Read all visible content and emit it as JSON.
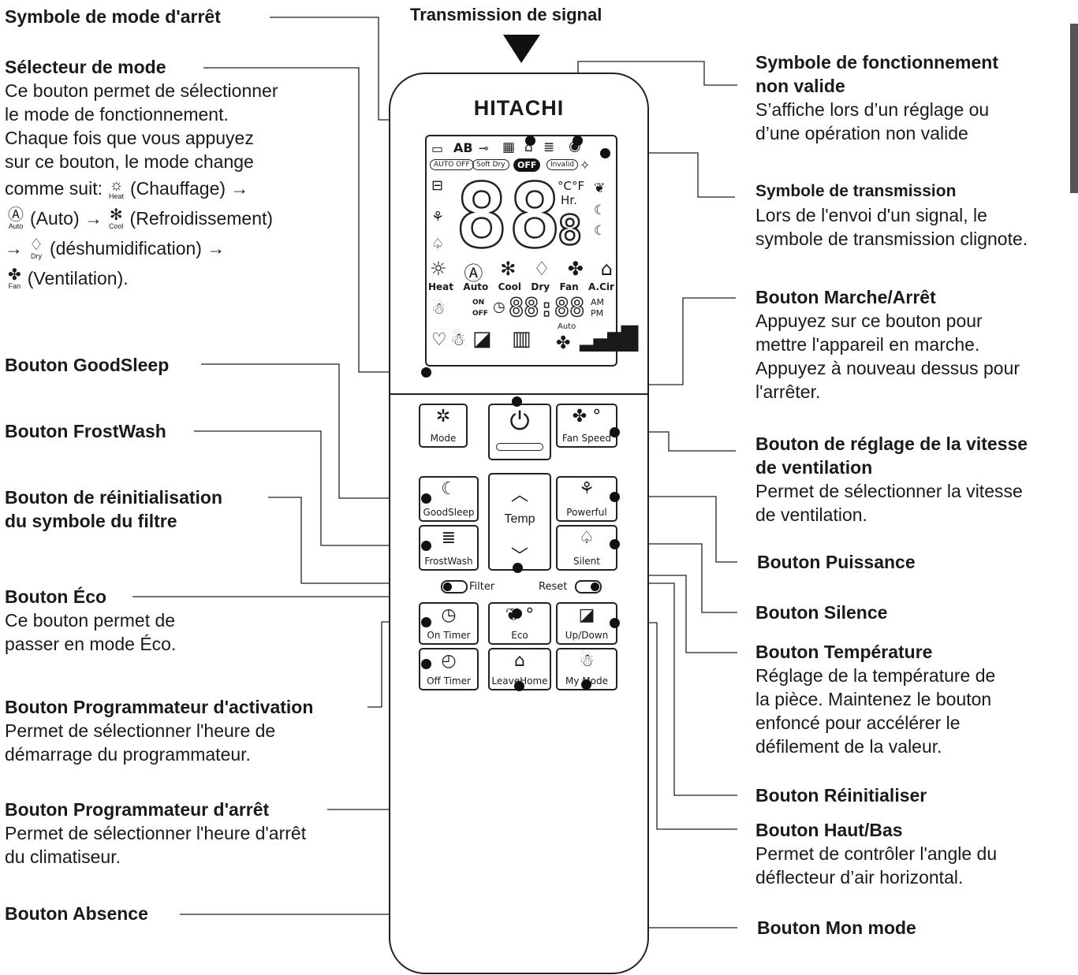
{
  "top_label": "Transmission de signal",
  "brand": "HITACHI",
  "labels_left": {
    "stop_mode_symbol": "Symbole de mode d'arrêt",
    "mode_selector_title": "Sélecteur de mode",
    "mode_selector_desc": [
      "Ce bouton permet de sélectionner",
      "le mode de fonctionnement.",
      "Chaque fois que vous appuyez",
      "sur ce bouton, le mode change"
    ],
    "mode_seq_1": "comme suit:",
    "mode_heat_text": "(Chauffage) →",
    "mode_auto_text": "(Auto) →",
    "mode_cool_text": "(Refroidissement)",
    "mode_dry_text": "(déshumidification) →",
    "mode_fan_text": "(Ventilation).",
    "arrow": "→",
    "goodsleep": "Bouton GoodSleep",
    "frostwash": "Bouton FrostWash",
    "filter_reset_1": "Bouton de réinitialisation",
    "filter_reset_2": "du symbole du filtre",
    "eco_title": "Bouton Éco",
    "eco_desc": [
      "Ce bouton permet de",
      "passer en mode Éco."
    ],
    "on_timer_title": "Bouton Programmateur d'activation",
    "on_timer_desc": [
      "Permet de sélectionner l'heure de",
      "démarrage du programmateur."
    ],
    "off_timer_title": "Bouton Programmateur d'arrêt",
    "off_timer_desc": [
      "Permet de sélectionner l'heure d'arrêt",
      "du climatiseur."
    ],
    "leave_home": "Bouton Absence"
  },
  "labels_right": {
    "invalid_title": [
      "Symbole de fonctionnement",
      "non valide"
    ],
    "invalid_desc": [
      "S’affiche lors d’un réglage ou",
      "d’une opération non valide"
    ],
    "transmission_title": "Symbole de transmission",
    "transmission_desc": [
      "Lors de l'envoi d'un signal, le",
      "symbole de transmission clignote."
    ],
    "power_title": "Bouton Marche/Arrêt",
    "power_desc": [
      "Appuyez sur ce bouton pour",
      "mettre l'appareil en marche.",
      "Appuyez à nouveau dessus pour",
      "l'arrêter."
    ],
    "fan_speed_title": [
      "Bouton de réglage de la vitesse",
      "de ventilation"
    ],
    "fan_speed_desc": [
      "Permet de sélectionner la vitesse",
      "de ventilation."
    ],
    "powerful": "Bouton Puissance",
    "silent": "Bouton Silence",
    "temp_title": "Bouton Température",
    "temp_desc": [
      "Réglage de la température de",
      "la pièce. Maintenez le bouton",
      "enfoncé pour accélérer le",
      "défilement de la valeur."
    ],
    "reset": "Bouton Réinitialiser",
    "updown_title": "Bouton Haut/Bas",
    "updown_desc": [
      "Permet de contrôler l'angle du",
      "déflecteur d’air horizontal."
    ],
    "mymode": "Bouton Mon mode"
  },
  "lcd": {
    "row1": "AB",
    "pills": [
      "AUTO OFF",
      "Soft Dry",
      "OFF",
      "Invalid"
    ],
    "temp_units": "°C°F",
    "hr": "Hr.",
    "digits": "88",
    "small_digit": "8",
    "modes": [
      "Heat",
      "Auto",
      "Cool",
      "Dry",
      "Fan",
      "A.Cir"
    ],
    "timer_on": "ON",
    "timer_off": "OFF",
    "clock": "88:88",
    "am": "AM",
    "pm": "PM",
    "auto": "Auto"
  },
  "buttons": {
    "mode": "Mode",
    "fan_speed": "Fan Speed",
    "goodsleep": "GoodSleep",
    "temp": "Temp",
    "powerful": "Powerful",
    "frostwash": "FrostWash",
    "silent": "Silent",
    "filter": "Filter",
    "reset": "Reset",
    "on_timer": "On Timer",
    "eco": "Eco",
    "updown": "Up/Down",
    "off_timer": "Off Timer",
    "leavehome": "LeaveHome",
    "mymode": "My Mode"
  },
  "mode_icons": {
    "heat": "Heat",
    "auto": "Auto",
    "cool": "Cool",
    "dry": "Dry",
    "fan": "Fan"
  }
}
